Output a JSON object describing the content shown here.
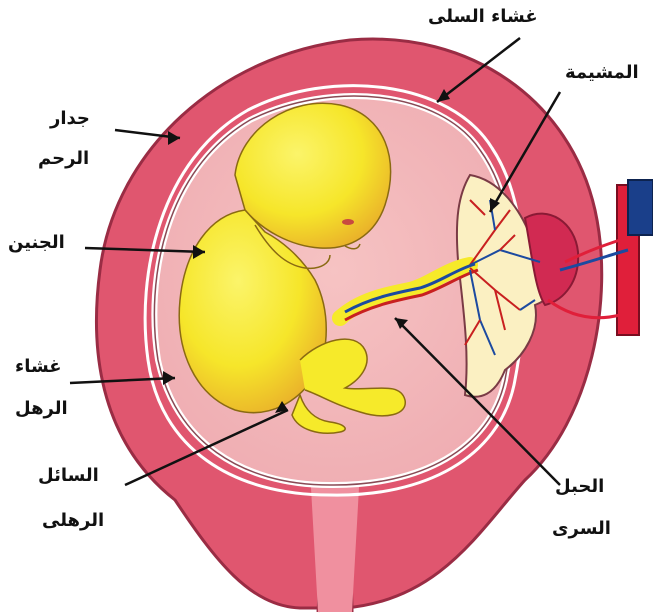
{
  "labels": {
    "uterus_wall": [
      "جدار",
      "الرحم"
    ],
    "fetus": "الجنين",
    "amnion": [
      "غشاء",
      "الرهل"
    ],
    "amniotic_fluid": [
      "السائل",
      "الرهلى"
    ],
    "chorion": "غشاء السلى",
    "placenta": "المشيمة",
    "umbilical_cord": [
      "الحبل",
      "السرى"
    ]
  },
  "colors": {
    "uterus": "#e0566f",
    "cavity": "#f2b2b6",
    "fetus": "#f6ea2a",
    "fetus_shadow": "#eab22a",
    "placenta": "#fbf0c2",
    "artery": "#e12b2b",
    "vein": "#1c67a0",
    "text": "#111111"
  }
}
